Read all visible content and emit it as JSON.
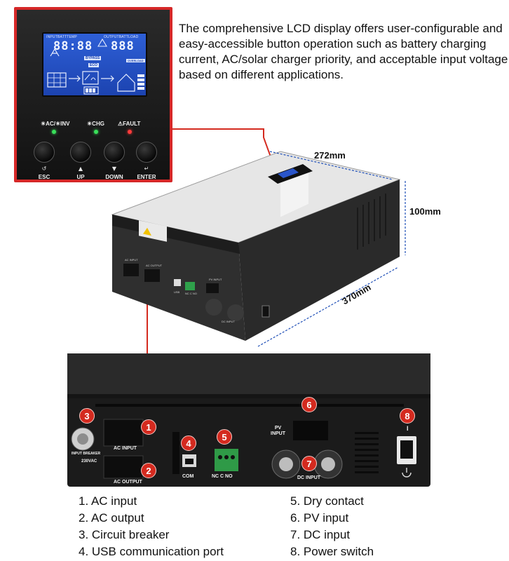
{
  "description": "The comprehensive LCD display offers user-configurable and easy-accessible button operation such as battery charging current, AC/solar charger priority, and acceptable input voltage based on different applications.",
  "lcd": {
    "label_left": "INPUTBATTTEMP",
    "label_right": "OUTPUTBATTLOAD",
    "digits_left": "88:88",
    "digits_right": "888",
    "tag_bypass": "BYPASS",
    "tag_eco": "ECO",
    "tag_overload": "OVERLOAD"
  },
  "indicators": [
    {
      "label": "☀AC/☀INV",
      "led": "green"
    },
    {
      "label": "☀CHG",
      "led": "green"
    },
    {
      "label": "⚠FAULT",
      "led": "red"
    }
  ],
  "buttons": [
    {
      "icon": "↺",
      "label": "ESC"
    },
    {
      "icon": "▲",
      "label": "UP"
    },
    {
      "icon": "▼",
      "label": "DOWN"
    },
    {
      "icon": "↵",
      "label": "ENTER"
    }
  ],
  "dimensions": {
    "width": "272mm",
    "height": "100mm",
    "depth": "370mm"
  },
  "device_labels": {
    "ac_input": "AC INPUT",
    "ac_output": "AC OUTPUT",
    "usb": "USB",
    "nc_c_no": "NC C NO",
    "pv_input": "PV INPUT",
    "dc_input": "DC INPUT"
  },
  "back_panel": {
    "ac_input": "AC INPUT",
    "ac_output": "AC OUTPUT",
    "com": "COM",
    "nc_c_no": "NC C NO",
    "pv_input": "PV\nINPUT",
    "dc_input": "DC INPUT",
    "breaker_rating": "230VAC",
    "breaker_text": "INPUT BREAKER",
    "switch_on": "I"
  },
  "callouts": [
    "1",
    "2",
    "3",
    "4",
    "5",
    "6",
    "7",
    "8"
  ],
  "legend_left": [
    "1. AC input",
    "2. AC output",
    "3. Circuit breaker",
    "4. USB communication port"
  ],
  "legend_right": [
    "5. Dry contact",
    "6. PV input",
    "7. DC input",
    "8. Power switch"
  ],
  "colors": {
    "accent_red": "#d42a1f",
    "lcd_blue": "#1c43b0",
    "panel_dark": "#1b1b1b"
  }
}
